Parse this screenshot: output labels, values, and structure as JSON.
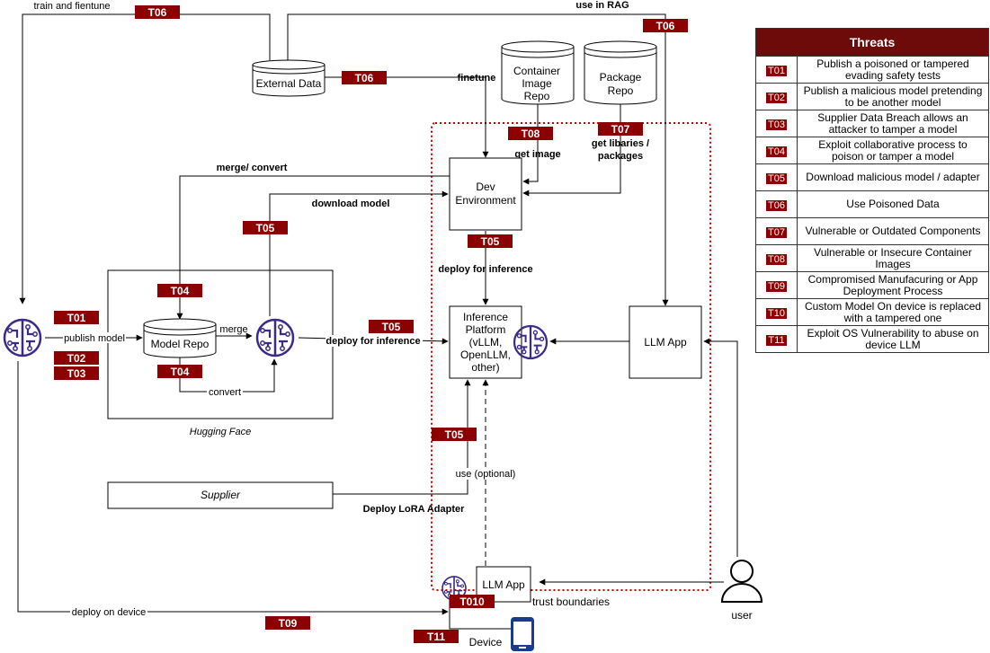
{
  "threats_table": {
    "title": "Threats",
    "rows": [
      {
        "id": "T01",
        "text": "Publish a poisoned or tampered evading safety tests"
      },
      {
        "id": "T02",
        "text": "Publish a malicious model pretending to be another  model"
      },
      {
        "id": "T03",
        "text": "Supplier Data Breach allows an attacker to tamper a model"
      },
      {
        "id": "T04",
        "text": "Exploit collaborative process to poison or tamper a model"
      },
      {
        "id": "T05",
        "text": "Download malicious model / adapter"
      },
      {
        "id": "T06",
        "text": "Use Poisoned Data"
      },
      {
        "id": "T07",
        "text": "Vulnerable or Outdated Components"
      },
      {
        "id": "T08",
        "text": "Vulnerable or Insecure Container Images"
      },
      {
        "id": "T09",
        "text": "Compromised Manufacuring or App Deployment Process"
      },
      {
        "id": "T10",
        "text": "Custom Model On device is replaced with a tampered one"
      },
      {
        "id": "T11",
        "text": "Exploit OS Vulnerability to abuse on device LLM"
      }
    ]
  },
  "nodes": {
    "external_data": "External Data",
    "container_repo": [
      "Container",
      "Image",
      "Repo"
    ],
    "package_repo": [
      "Package",
      "Repo"
    ],
    "dev_env": [
      "Dev",
      "Environment"
    ],
    "inference": [
      "Inference",
      "Platform",
      "(vLLM,",
      "OpenLLM,",
      "other)"
    ],
    "llm_app_right": "LLM App",
    "llm_app_device": "LLM App",
    "model_repo": "Model Repo",
    "hugging_face": "Hugging Face",
    "supplier": "Supplier",
    "user": "user",
    "device": "Device",
    "trust_boundaries": "trust boundaries"
  },
  "edges": {
    "train_and_finetune": "train and fientune",
    "use_in_rag": "use in RAG",
    "finetune": "finetune",
    "get_image": "get image",
    "get_libraries": [
      "get libaries /",
      "packages"
    ],
    "merge_convert": "merge/ convert",
    "download_model": "download model",
    "deploy_for_inference_1": "deploy for inference",
    "deploy_for_inference_2": "deploy for inference",
    "publish_model": "publish model",
    "merge": "merge",
    "convert": "convert",
    "use_optional": "use (optional)",
    "deploy_lora": "Deploy LoRA Adapter",
    "deploy_on_device": "deploy on device"
  },
  "tags": {
    "t06_a": "T06",
    "t06_b": "T06",
    "t06_c": "T06",
    "t07": "T07",
    "t08": "T08",
    "t05_a": "T05",
    "t05_b": "T05",
    "t05_c": "T05",
    "t05_d": "T05",
    "t04_a": "T04",
    "t04_b": "T04",
    "t01": "T01",
    "t02": "T02",
    "t03": "T03",
    "t010": "T010",
    "t09": "T09",
    "t11": "T11"
  },
  "colors": {
    "tag_fill": "#8b0000",
    "table_header": "#6d0a0a",
    "trust_boundary": "#cc0000",
    "ai_icon": "#3b2a8c"
  }
}
